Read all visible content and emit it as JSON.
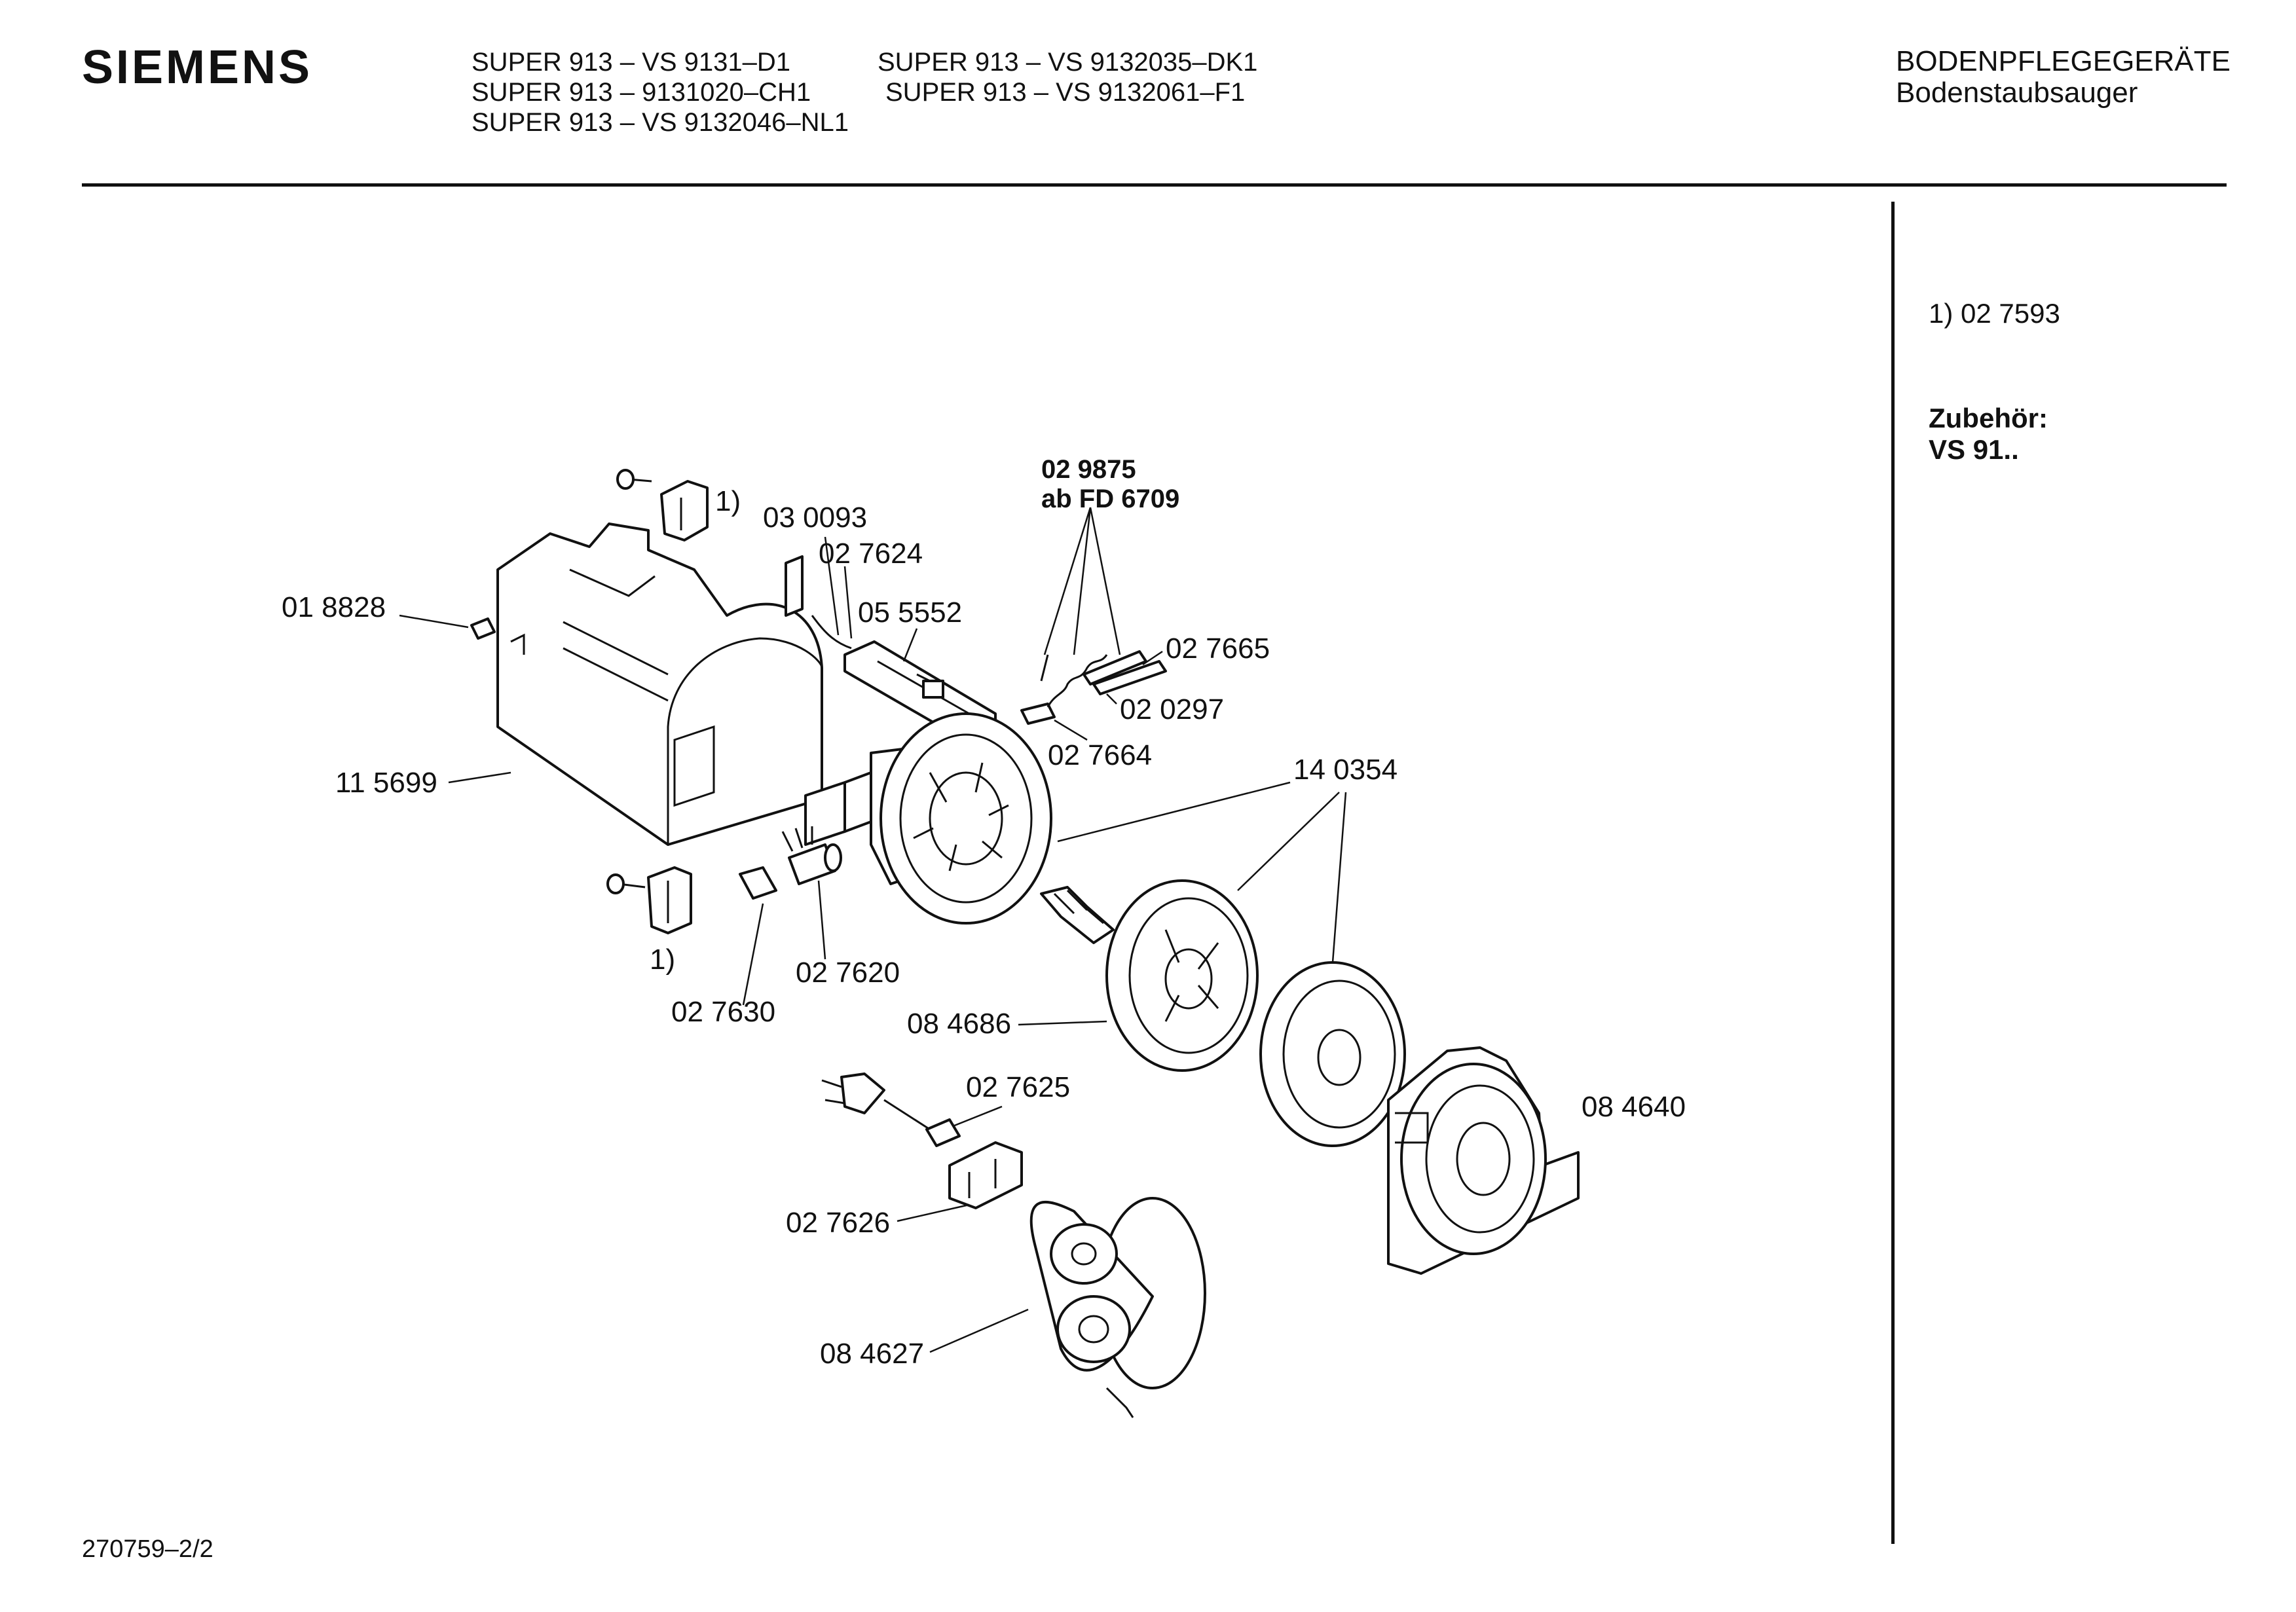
{
  "header": {
    "brand": "SIEMENS",
    "models_col1": [
      "SUPER 913 – VS 9131–D1",
      "SUPER 913 – 9131020–CH1",
      "SUPER 913 – VS 9132046–NL1"
    ],
    "models_col2": [
      "SUPER 913 – VS 9132035–DK1",
      "SUPER 913 – VS 9132061–F1"
    ],
    "category": "BODENPFLEGEGERÄTE",
    "subcategory": "Bodenstaubsauger"
  },
  "sidebar": {
    "footnote_marker": "1)",
    "footnote_part": "02 7593",
    "accessory_label": "Zubehör:",
    "accessory_value": "VS 91.."
  },
  "footer": {
    "doc_id": "270759–2/2"
  },
  "parts": {
    "p018828": "01 8828",
    "p115699": "11 5699",
    "fn1_top": "1)",
    "fn1_bottom": "1)",
    "p030093": "03 0093",
    "p027624": "02 7624",
    "p055552": "05 5552",
    "p029875": "02 9875",
    "ab_fd": "ab FD 6709",
    "p027665": "02 7665",
    "p020297": "02 0297",
    "p027664": "02 7664",
    "p140354": "14 0354",
    "p027620": "02 7620",
    "p027630": "02 7630",
    "p084686": "08 4686",
    "p027625": "02 7625",
    "p084640": "08 4640",
    "p027626": "02 7626",
    "p084627": "08 4627"
  }
}
